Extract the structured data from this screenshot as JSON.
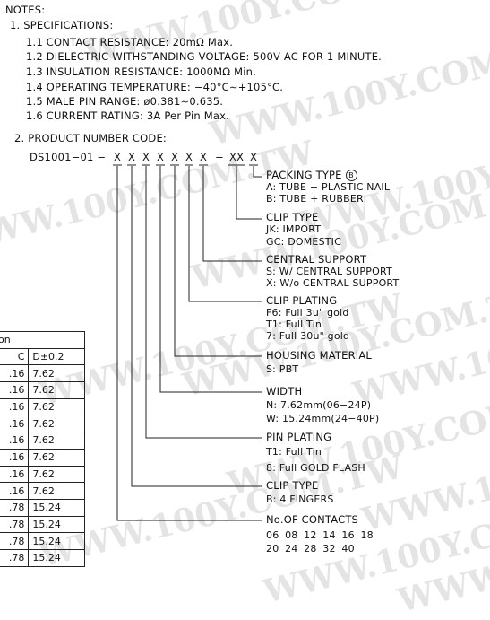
{
  "watermark": "WWW.100Y.COM.TW",
  "notes_title": "NOTES:",
  "specs": {
    "heading": "1. SPECIFICATIONS:",
    "items": [
      "1.1 CONTACT RESISTANCE: 20mΩ Max.",
      "1.2 DIELECTRIC WITHSTANDING VOLTAGE: 500V AC FOR 1 MINUTE.",
      "1.3 INSULATION RESISTANCE: 1000MΩ Min.",
      "1.4 OPERATING TEMPERATURE: −40°C∼+105°C.",
      "1.5 MALE PIN RANGE: ø0.381∼0.635.",
      "1.6 CURRENT RATING: 3A Per Pin Max."
    ]
  },
  "product_code": {
    "heading": "2. PRODUCT NUMBER CODE:",
    "code_prefix": "DS1001−01  −",
    "code_x": "X",
    "dash": "−",
    "code_xx": "XX",
    "groups": [
      {
        "title": "PACKING TYPE",
        "title_badge": "B",
        "options": [
          "A: TUBE + PLASTIC NAIL",
          "B: TUBE + RUBBER"
        ]
      },
      {
        "title": "CLIP TYPE",
        "options": [
          "JK: IMPORT",
          "GC: DOMESTIC"
        ]
      },
      {
        "title": "CENTRAL SUPPORT",
        "options": [
          "S: W/ CENTRAL SUPPORT",
          "X: W/o CENTRAL SUPPORT"
        ]
      },
      {
        "title": "CLIP PLATING",
        "options": [
          "F6: Full 3u\" gold",
          "T1: Full Tin",
          "7: Full 30u\" gold"
        ]
      },
      {
        "title": "HOUSING MATERIAL",
        "options": [
          "S: PBT"
        ]
      },
      {
        "title": "WIDTH",
        "options": [
          "N: 7.62mm(06−24P)",
          "W: 15.24mm(24−40P)"
        ]
      },
      {
        "title": "PIN PLATING",
        "options": [
          "T1: Full Tin",
          "8: Full GOLD FLASH"
        ]
      },
      {
        "title": "CLIP TYPE",
        "options": [
          "B: 4 FINGERS"
        ]
      },
      {
        "title": "No.OF CONTACTS",
        "options": [
          "06 08 12 14 16 18",
          "20 24 28 32 40"
        ]
      }
    ]
  },
  "table": {
    "header_partial": "ion",
    "col_c": "C",
    "col_d": "D±0.2",
    "rows": [
      [
        ".16",
        "7.62"
      ],
      [
        ".16",
        "7.62"
      ],
      [
        ".16",
        "7.62"
      ],
      [
        ".16",
        "7.62"
      ],
      [
        ".16",
        "7.62"
      ],
      [
        ".16",
        "7.62"
      ],
      [
        ".16",
        "7.62"
      ],
      [
        ".16",
        "7.62"
      ],
      [
        ".78",
        "15.24"
      ],
      [
        ".78",
        "15.24"
      ],
      [
        ".78",
        "15.24"
      ],
      [
        ".78",
        "15.24"
      ]
    ]
  }
}
